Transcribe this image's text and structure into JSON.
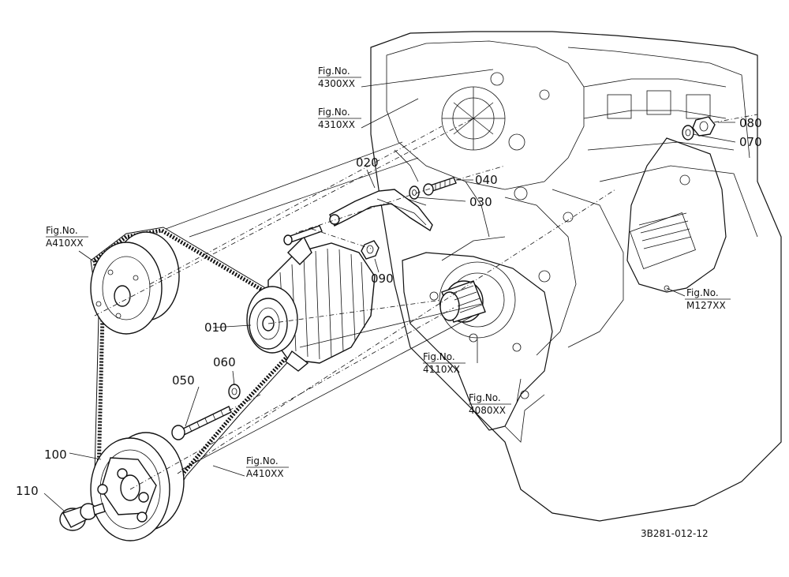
{
  "drawing_code": "3B281-012-12",
  "callouts": {
    "p010": "010",
    "p020": "020",
    "p030": "030",
    "p040": "040",
    "p050": "050",
    "p060": "060",
    "p070": "070",
    "p080": "080",
    "p090": "090",
    "p100": "100",
    "p110": "110"
  },
  "fig_refs": {
    "prefix": "Fig.No.",
    "f4300": "4300XX",
    "f4310": "4310XX",
    "fa410_top": "A410XX",
    "fa410_bottom": "A410XX",
    "f4110": "4110XX",
    "f4080": "4080XX",
    "fm127": "M127XX"
  }
}
